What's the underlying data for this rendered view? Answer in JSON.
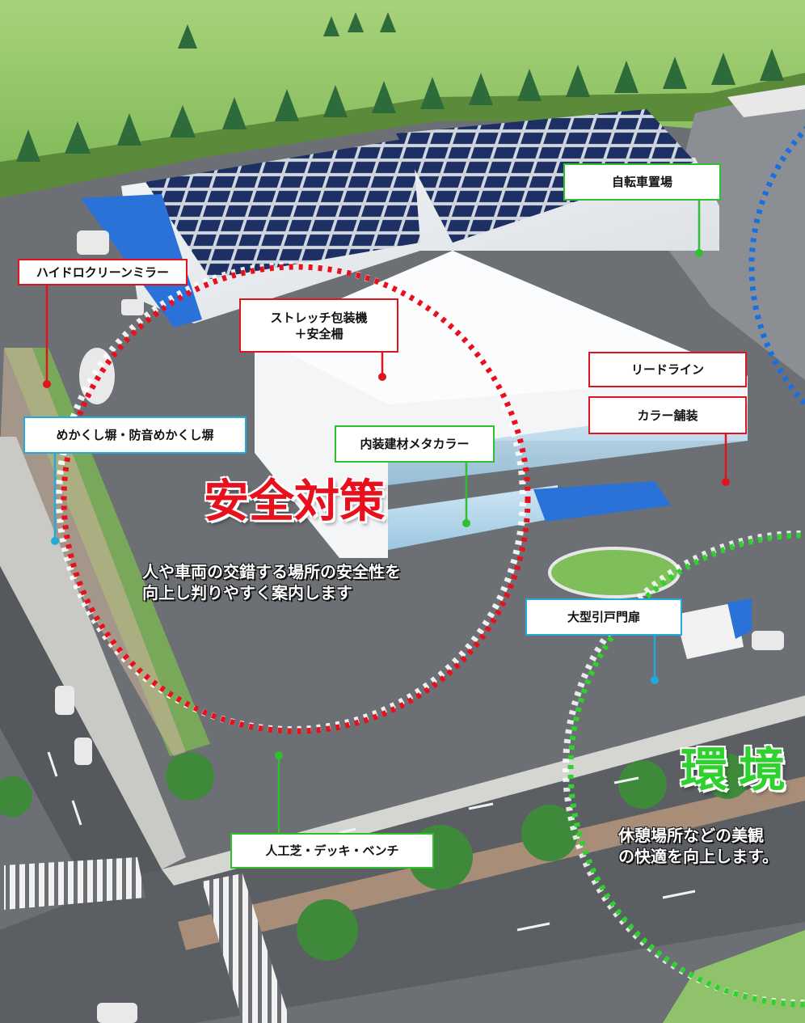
{
  "callouts": {
    "hydro_mirror": "ハイドロクリーンミラー",
    "bicycle_parking": "自転車置場",
    "stretch_wrapper_line1": "ストレッチ包装機",
    "stretch_wrapper_line2": "＋安全柵",
    "lead_line": "リードライン",
    "color_paving": "カラー舗装",
    "screen_fence": "めかくし塀・防音めかくし塀",
    "interior_material": "内装建材メタカラー",
    "sliding_gate": "大型引戸門扉",
    "turf_deck_bench": "人工芝・デッキ・ベンチ"
  },
  "sections": {
    "safety": {
      "title": "安全対策",
      "desc_line1": "人や車両の交錯する場所の安全性を",
      "desc_line2": "向上し判りやすく案内します"
    },
    "environment": {
      "title": "環境",
      "desc_line1": "休憩場所などの美観",
      "desc_line2": "の快適を向上します。"
    }
  },
  "colors": {
    "safety_red": "#e8101c",
    "environment_green": "#2fd12f",
    "facility_blue": "#1a6fe0",
    "callout_red": "#e0141e",
    "callout_green": "#2fbf2f",
    "callout_cyan": "#22aadd"
  }
}
